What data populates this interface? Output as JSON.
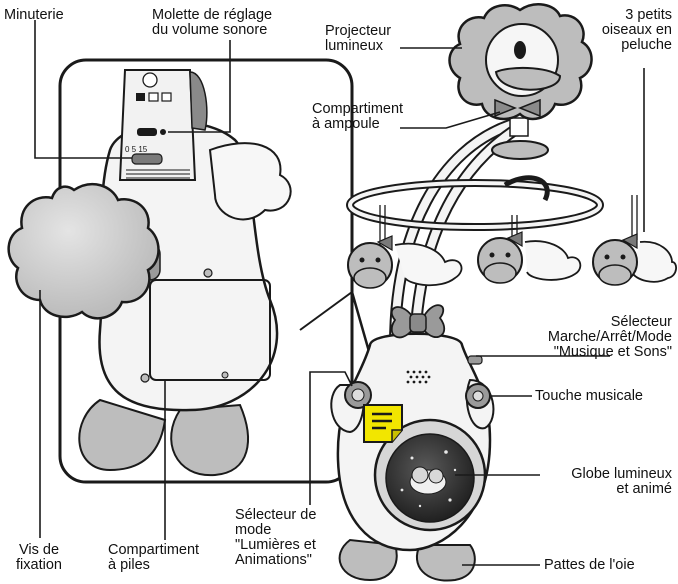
{
  "labels": {
    "minuterie": "Minuterie",
    "molette_l1": "Molette de réglage",
    "molette_l2": "du volume sonore",
    "projecteur_l1": "Projecteur",
    "projecteur_l2": "lumineux",
    "oiseaux_l1": "3 petits",
    "oiseaux_l2": "oiseaux en",
    "oiseaux_l3": "peluche",
    "compartiment_l1": "Compartiment",
    "compartiment_l2": "à ampoule",
    "selecteur_mm_l1": "Sélecteur",
    "selecteur_mm_l2": "Marche/Arrêt/Mode",
    "selecteur_mm_l3": "\"Musique et Sons\"",
    "touche_musicale": "Touche musicale",
    "globe_l1": "Globe lumineux",
    "globe_l2": "et animé",
    "pattes": "Pattes de l'oie",
    "selecteur_la_l1": "Sélecteur de",
    "selecteur_la_l2": "mode",
    "selecteur_la_l3": "\"Lumières et",
    "selecteur_la_l4": "Animations\"",
    "vis_l1": "Vis de",
    "vis_l2": "fixation",
    "piles_l1": "Compartiment",
    "piles_l2": "à piles"
  },
  "colors": {
    "outline": "#1a1a1a",
    "gray_light": "#d4d4d4",
    "gray_mid": "#a6a6a6",
    "gray_dark": "#6e6e6e",
    "sticker_yellow": "#f2e600",
    "globe_dark": "#2b2b2b"
  }
}
